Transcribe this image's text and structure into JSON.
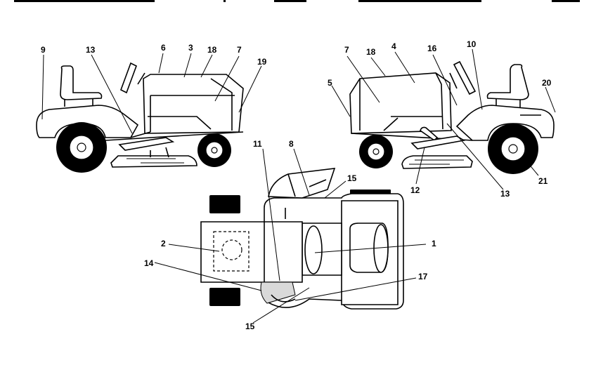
{
  "header_fragments": [],
  "callouts": {
    "c1": "1",
    "c2": "2",
    "c3": "3",
    "c4": "4",
    "c5": "5",
    "c6": "6",
    "c7a": "7",
    "c7b": "7",
    "c8": "8",
    "c9": "9",
    "c10": "10",
    "c11": "11",
    "c12": "12",
    "c13a": "13",
    "c13b": "13",
    "c14": "14",
    "c15a": "15",
    "c15b": "15",
    "c16": "16",
    "c17": "17",
    "c18a": "18",
    "c18b": "18",
    "c19": "19",
    "c20": "20",
    "c21": "21"
  }
}
